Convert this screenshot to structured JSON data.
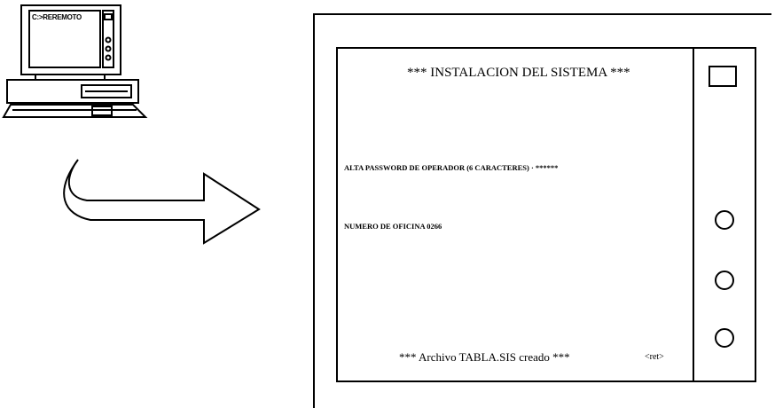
{
  "computer": {
    "screen_text": "C:>REREMOTO"
  },
  "screen": {
    "title": "*** INSTALACION DEL SISTEMA ***",
    "password_prompt": "ALTA PASSWORD DE OPERADOR (6 CARACTERES) · ******",
    "office_prompt": "NUMERO DE OFICINA   0266",
    "status_message": "*** Archivo TABLA.SIS creado ***",
    "return_key": "<ret>"
  },
  "colors": {
    "ink": "#000000",
    "paper": "#ffffff"
  }
}
